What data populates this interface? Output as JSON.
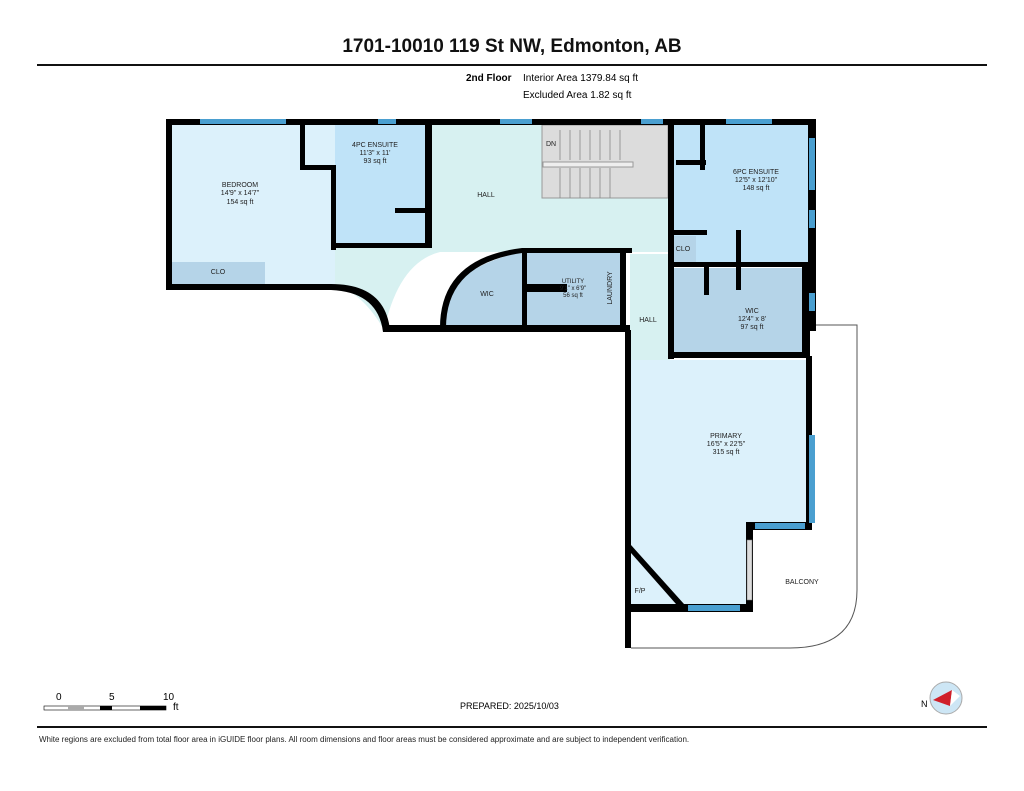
{
  "header": {
    "title": "1701-10010 119 St NW, Edmonton, AB",
    "floor": "2nd Floor",
    "interior_area": "Interior Area 1379.84 sq ft",
    "excluded_area": "Excluded Area 1.82 sq ft"
  },
  "rooms": {
    "bedroom": {
      "name": "BEDROOM",
      "dims": "14'9\" x 14'7\"",
      "area": "154 sq ft"
    },
    "bedroom_clo": {
      "name": "CLO"
    },
    "ensuite4": {
      "name": "4PC ENSUITE",
      "dims": "11'3\" x 11'",
      "area": "93 sq ft"
    },
    "hall": {
      "name": "HALL"
    },
    "stairs": {
      "name": "DN"
    },
    "ensuite6": {
      "name": "6PC ENSUITE",
      "dims": "12'5\" x 12'10\"",
      "area": "148 sq ft"
    },
    "clo2": {
      "name": "CLO"
    },
    "wic_left": {
      "name": "WIC"
    },
    "utility": {
      "name": "UTILITY",
      "dims": "9'1\" x 6'9\"",
      "area": "56 sq ft",
      "laundry": "LAUNDRY"
    },
    "hall2": {
      "name": "HALL"
    },
    "wic_right": {
      "name": "WIC",
      "dims": "12'4\" x 8'",
      "area": "97 sq ft"
    },
    "primary": {
      "name": "PRIMARY",
      "dims": "16'5\" x 22'5\"",
      "area": "315 sq ft"
    },
    "fp": {
      "name": "F/P"
    },
    "balcony": {
      "name": "BALCONY"
    }
  },
  "scale": {
    "labels": [
      "0",
      "5",
      "10"
    ],
    "unit": "ft"
  },
  "compass": {
    "label": "N"
  },
  "footer": {
    "prepared": "PREPARED: 2025/10/03",
    "disclaimer": "White regions are excluded from total floor area in iGUIDE floor plans. All room dimensions and floor areas must be considered approximate and are subject to independent verification."
  },
  "colors": {
    "bedroom": "#dcf1fb",
    "ensuite": "#bfe3f8",
    "hall": "#d7f1f1",
    "wic": "#b5d4e8",
    "window": "#4a9fd0",
    "wall": "#000000"
  }
}
